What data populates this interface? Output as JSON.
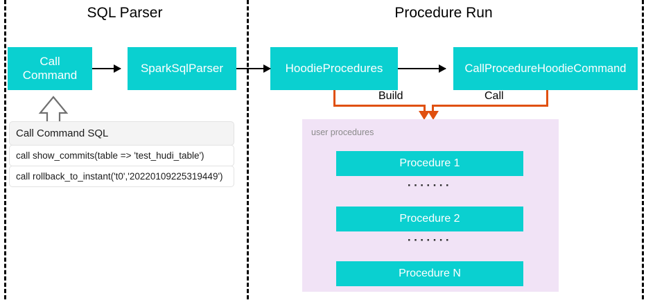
{
  "diagram": {
    "type": "flow",
    "sections": [
      {
        "name": "sql-parser",
        "title": "SQL Parser"
      },
      {
        "name": "procedure-run",
        "title": "Procedure Run"
      }
    ],
    "nodes": [
      {
        "name": "call-command",
        "label": "Call\nCommand",
        "label_line1": "Call",
        "label_line2": "Command"
      },
      {
        "name": "spark-sql-parser",
        "label": "SparkSqlParser"
      },
      {
        "name": "hoodie-procedures",
        "label": "HoodieProcedures"
      },
      {
        "name": "call-procedure-hoodie-command",
        "label": "CallProcedureHoodieCommand"
      }
    ],
    "edges": [
      {
        "from": "call-command",
        "to": "spark-sql-parser",
        "label": ""
      },
      {
        "from": "spark-sql-parser",
        "to": "hoodie-procedures",
        "label": ""
      },
      {
        "from": "hoodie-procedures",
        "to": "call-procedure-hoodie-command",
        "label": ""
      },
      {
        "from": "hoodie-procedures",
        "to": "user-procedures",
        "label": "Build"
      },
      {
        "from": "call-procedure-hoodie-command",
        "to": "user-procedures",
        "label": "Call"
      }
    ],
    "sql_card": {
      "header": "Call Command SQL",
      "rows": [
        "call show_commits(table => 'test_hudi_table')",
        "call rollback_to_instant('t0','20220109225319449')"
      ]
    },
    "user_procedures": {
      "label": "user procedures",
      "items": [
        {
          "name": "procedure-1",
          "label": "Procedure 1"
        },
        {
          "name": "ellipsis-1",
          "label": "·······"
        },
        {
          "name": "procedure-2",
          "label": "Procedure 2"
        },
        {
          "name": "ellipsis-2",
          "label": "·······"
        },
        {
          "name": "procedure-n",
          "label": "Procedure N"
        }
      ]
    },
    "labels": {
      "build": "Build",
      "call": "Call"
    },
    "colors": {
      "node_fill": "#0AD0D0",
      "node_text": "#FFFFFF",
      "panel_fill": "#F1E3F6",
      "panel_label_text": "#8A8A8A",
      "connector_orange": "#E0500F",
      "arrow_black": "#000000",
      "divider": "#000000",
      "card_header_fill": "#F4F4F4",
      "card_border": "#E2E2E2",
      "up_arrow_stroke": "#707070"
    }
  }
}
